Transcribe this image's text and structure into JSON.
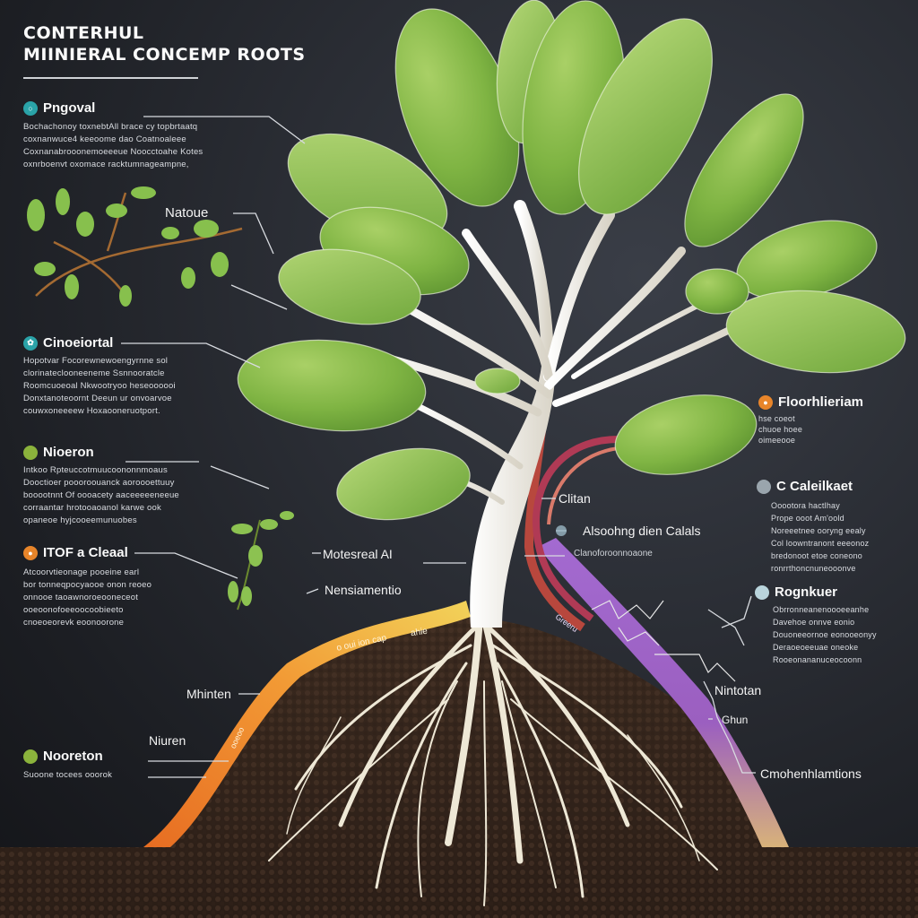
{
  "title": {
    "line1": "CONTERHUL",
    "line2": "MIINIERAL CONCEMP ROOTS"
  },
  "colors": {
    "background": "#25282e",
    "leaf": "#7fb443",
    "stem": "#eeebe2",
    "soil": "#3a2a20",
    "orange_band": "#f08a2a",
    "yellow_band": "#e8c35a",
    "purple_band": "#9b5fc0",
    "red_vessel": "#c84a3e",
    "badge_teal": "#2aa3a8",
    "badge_orange": "#e8852a",
    "badge_green": "#8bb33c",
    "badge_gray": "#9aa5ad"
  },
  "left_sections": [
    {
      "title": "Pngoval",
      "icon": "shield-icon",
      "badge_color": "#2aa3a8",
      "text": "Bochachonoy toxnebtAll brace cy topbrtaatq\ncoxnanwuce4 keeoome dao Coatnoaleee\nCoxnanabrooonemoeeeue Noocctoahe Kotes\noxnrboenvt oxomace racktumnageampne,"
    },
    {
      "title": "Natoue",
      "icon": "plant-sprig-icon",
      "badge_color": "",
      "text": ""
    },
    {
      "title": "Cinoeiortal",
      "icon": "leaf-icon",
      "badge_color": "#2aa3a8",
      "text": "Hopotvar Focorewnewoengyrnne sol\nclorinateclooneeneme Ssnnooratcle\nRoomcuoeoal Nkwootryoo heseoooooi\nDonxtanoteoornt Deeun ur onvoarvoe\ncouwxoneeeew Hoxaooneruotport."
    },
    {
      "title": "Nioeron",
      "icon": "sphere-icon",
      "badge_color": "#8bb33c",
      "text": "Intkoo Rpteuccotmuucoononnmoaus\nDooctioer poooroouanck aoroooettuuy\nbooootnnt Of oooacety aaceeeeeneeue\ncorraantar hrotooaoanol karwe ook\nopaneoe hyjcooeemunuobes"
    },
    {
      "title": "ITOF a Cleaal",
      "icon": "dot-icon",
      "badge_color": "#e8852a",
      "text": "Atcoorvtieonage pooeine earl\nbor tonneqpocyaooe onon reoeo\nonnooe taoawnoroeooneceot\nooeoonofoeeoocoobieeto\ncnoeoeorevk eoonoorone"
    },
    {
      "title": "Nooreton",
      "icon": "sphere-icon",
      "badge_color": "#8bb33c",
      "text": "Suoone tocees ooorok"
    }
  ],
  "right_sections": [
    {
      "title": "Floorhlieriam",
      "icon": "dot-icon",
      "badge_color": "#e8852a",
      "text": "hse coeot\nchuoe hoee\noimeeooe"
    },
    {
      "title": "C Caleilkaet",
      "icon": "dot-icon",
      "badge_color": "#9aa5ad",
      "text": "Ooootora hactlhay\nPrope ooot Am'oold\nNoreeetnee ooryng eealy\nCol loowntranont eeeonoz\nbredonoot etoe coneono\nronrrthoncnuneooonve"
    },
    {
      "title": "Rognkuer",
      "icon": "dot-icon",
      "badge_color": "#b9d4dc",
      "text": "Obrronneanenoooeeanhe\nDavehoe onnve eonio\nDouoneeornoe eonooeonyy\nDeraoeoeeuae oneoke\nRooeonananuceocoonn"
    }
  ],
  "callouts": {
    "natoue": "Natoue",
    "clitan": "Clitan",
    "alsoohng": "Alsoohng dien Calals",
    "clanotor": "Clanoforoonnoaone",
    "motesreal": "Motesreal AI",
    "nensiamentio": "Nensiamentio",
    "mhinten": "Mhinten",
    "niuren": "Niuren",
    "ninotan": "Nintotan",
    "ghun": "Ghun",
    "cmohen": "Cmohenhlamtions"
  },
  "band_labels": {
    "orange": "o oui ion cap",
    "yellow": "ahie",
    "purple": "Greeru",
    "orange_lower": "ooeoo"
  }
}
